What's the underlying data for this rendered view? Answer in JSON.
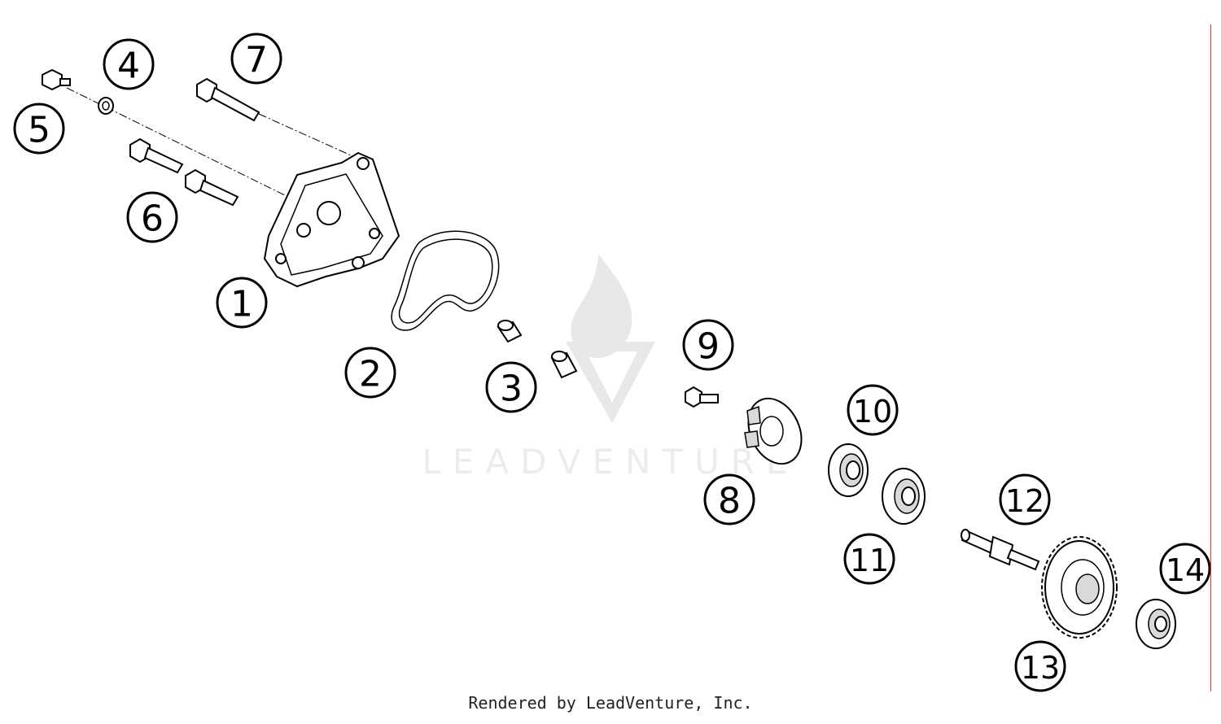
{
  "watermark": {
    "text": "LEADVENTURE"
  },
  "footer": {
    "text": "Rendered by LeadVenture, Inc."
  },
  "callouts": {
    "c1": "1",
    "c2": "2",
    "c3": "3",
    "c4": "4",
    "c5": "5",
    "c6": "6",
    "c7": "7",
    "c8": "8",
    "c9": "9",
    "c10": "10",
    "c11": "11",
    "c12": "12",
    "c13": "13",
    "c14": "14"
  }
}
